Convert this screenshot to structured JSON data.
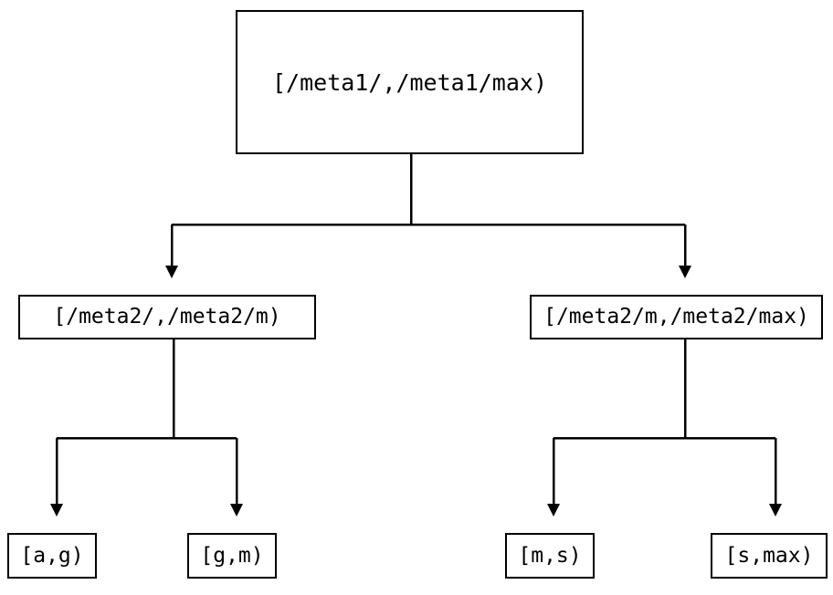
{
  "diagram": {
    "kind": "tree",
    "title": "",
    "colors": {
      "stroke": "#000000",
      "fill": "#ffffff",
      "text": "#000000",
      "background": "#ffffff"
    },
    "nodes": {
      "root": {
        "label": "[/meta1/,/meta1/max)"
      },
      "mid_left": {
        "label": "[/meta2/,/meta2/m)"
      },
      "mid_right": {
        "label": "[/meta2/m,/meta2/max)"
      },
      "leaf_1": {
        "label": "[a,g)"
      },
      "leaf_2": {
        "label": "[g,m)"
      },
      "leaf_3": {
        "label": "[m,s)"
      },
      "leaf_4": {
        "label": "[s,max)"
      }
    },
    "edges": [
      {
        "from": "root",
        "to": "mid_left",
        "arrow": "triangle-down"
      },
      {
        "from": "root",
        "to": "mid_right",
        "arrow": "triangle-down"
      },
      {
        "from": "mid_left",
        "to": "leaf_1",
        "arrow": "triangle-down"
      },
      {
        "from": "mid_left",
        "to": "leaf_2",
        "arrow": "triangle-down"
      },
      {
        "from": "mid_right",
        "to": "leaf_3",
        "arrow": "triangle-down"
      },
      {
        "from": "mid_right",
        "to": "leaf_4",
        "arrow": "triangle-down"
      }
    ]
  }
}
